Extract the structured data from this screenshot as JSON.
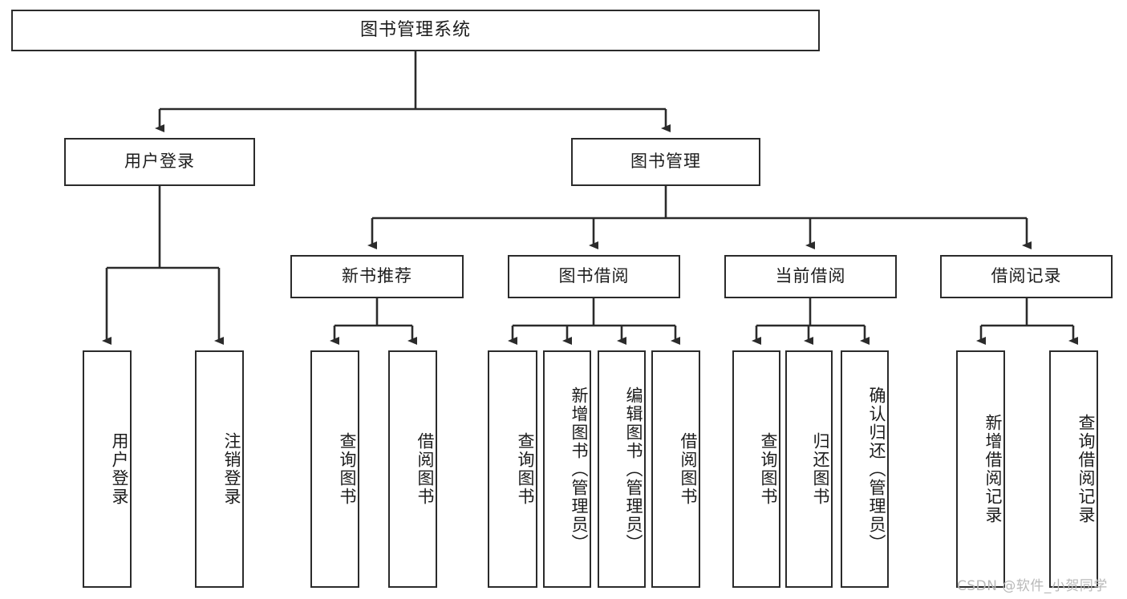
{
  "diagram": {
    "title": "图书管理系统",
    "type": "functional-structure-tree",
    "watermark": "CSDN @软件_小贺同学",
    "colors": {
      "box_border": "#2b2b2b",
      "box_fill": "#ffffff",
      "connector": "#2b2b2b",
      "watermark": "#b9b9b9",
      "background": "#ffffff"
    },
    "nodes": {
      "root": {
        "label": "图书管理系统"
      },
      "level1": [
        {
          "id": "user-login",
          "label": "用户登录"
        },
        {
          "id": "book-manage",
          "label": "图书管理"
        }
      ],
      "level2": [
        {
          "id": "new-book-recommend",
          "label": "新书推荐"
        },
        {
          "id": "book-borrow",
          "label": "图书借阅"
        },
        {
          "id": "current-borrow",
          "label": "当前借阅"
        },
        {
          "id": "borrow-record",
          "label": "借阅记录"
        }
      ],
      "leaves": {
        "user-login": [
          {
            "id": "leaf-user-login",
            "label": "用户登录"
          },
          {
            "id": "leaf-user-logout",
            "label": "注销登录"
          }
        ],
        "new-book-recommend": [
          {
            "id": "leaf-query-book-1",
            "label": "查询图书"
          },
          {
            "id": "leaf-borrow-book-1",
            "label": "借阅图书"
          }
        ],
        "book-borrow": [
          {
            "id": "leaf-query-book-2",
            "label": "查询图书"
          },
          {
            "id": "leaf-add-book",
            "label": "新增图书（管理员）"
          },
          {
            "id": "leaf-edit-book",
            "label": "编辑图书（管理员）"
          },
          {
            "id": "leaf-borrow-book-2",
            "label": "借阅图书"
          }
        ],
        "current-borrow": [
          {
            "id": "leaf-query-book-3",
            "label": "查询图书"
          },
          {
            "id": "leaf-return-book",
            "label": "归还图书"
          },
          {
            "id": "leaf-confirm-return",
            "label": "确认归还（管理员）"
          }
        ],
        "borrow-record": [
          {
            "id": "leaf-add-record",
            "label": "新增借阅记录"
          },
          {
            "id": "leaf-query-record",
            "label": "查询借阅记录"
          }
        ]
      }
    }
  }
}
